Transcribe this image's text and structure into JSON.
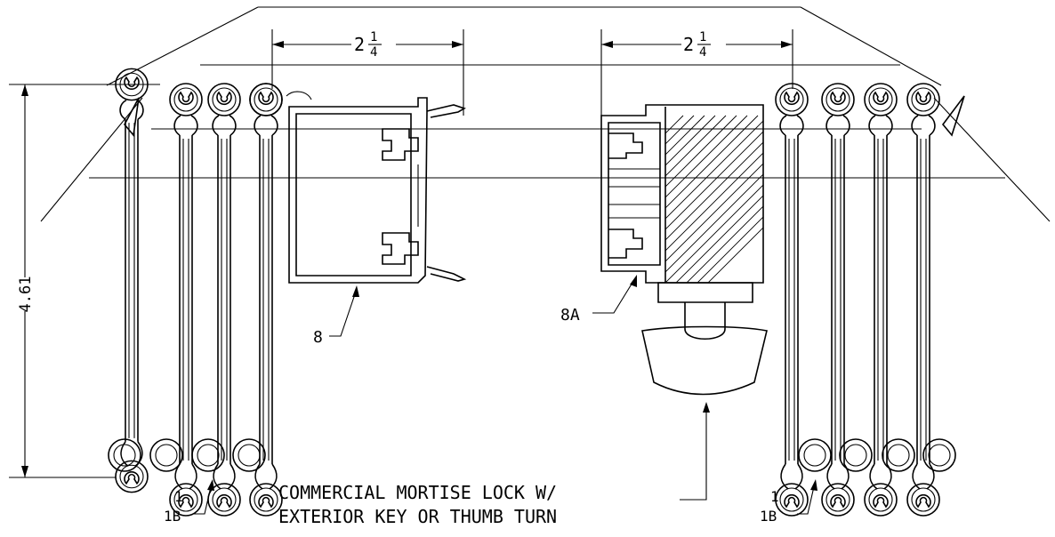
{
  "title": "",
  "dimensions": {
    "left_width": {
      "whole": "2",
      "num": "1",
      "den": "4"
    },
    "right_width": {
      "whole": "2",
      "num": "1",
      "den": "4"
    },
    "height": "4.61"
  },
  "callouts": {
    "left_frame": "8",
    "right_frame": "8A",
    "left_panels": {
      "line1": "1",
      "line2": "1B"
    },
    "right_panels": {
      "line1": "1",
      "line2": "1B"
    },
    "lock_note": {
      "line1": "COMMERCIAL MORTISE LOCK W/",
      "line2": "EXTERIOR KEY OR THUMB TURN"
    }
  },
  "colors": {
    "ink": "#000000",
    "paper": "#ffffff"
  }
}
